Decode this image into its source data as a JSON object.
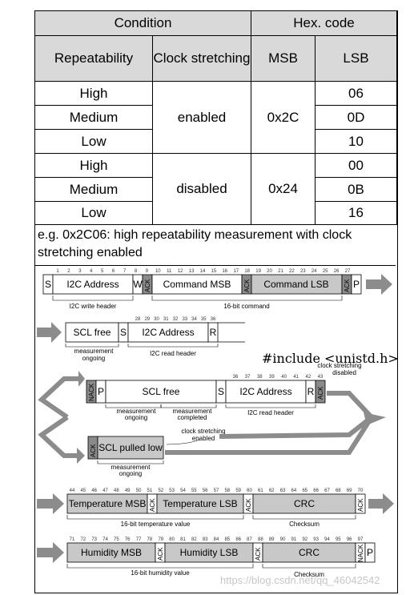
{
  "table": {
    "head_condition": "Condition",
    "head_hex": "Hex. code",
    "col_repeatability": "Repeatability",
    "col_clock": "Clock stretching",
    "col_msb": "MSB",
    "col_lsb": "LSB",
    "group_enabled": {
      "clock": "enabled",
      "msb": "0x2C"
    },
    "group_disabled": {
      "clock": "disabled",
      "msb": "0x24"
    },
    "rows": [
      {
        "rep": "High",
        "lsb": "06"
      },
      {
        "rep": "Medium",
        "lsb": "0D"
      },
      {
        "rep": "Low",
        "lsb": "10"
      },
      {
        "rep": "High",
        "lsb": "00"
      },
      {
        "rep": "Medium",
        "lsb": "0B"
      },
      {
        "rep": "Low",
        "lsb": "16"
      }
    ]
  },
  "note": "e.g. 0x2C06: high repeatability measurement with clock stretching enabled",
  "diagram": {
    "s": "S",
    "w": "W",
    "r": "R",
    "p": "P",
    "ack": "ACK",
    "nack": "NACK",
    "i2c_address": "I2C Address",
    "command_msb": "Command MSB",
    "command_lsb": "Command LSB",
    "i2c_write_header": "I2C write header",
    "cmd16": "16-bit command",
    "scl_free": "SCL free",
    "measurement_ongoing": "measurement ongoing",
    "measurement_completed": "measurement completed",
    "i2c_read_header": "I2C read header",
    "clock_stretching_disabled": "clock stretching disabled",
    "clock_stretching_enabled": "clock stretching enabled",
    "scl_pulled_low": "SCL pulled low",
    "temp_msb": "Temperature MSB",
    "temp_lsb": "Temperature LSB",
    "crc": "CRC",
    "temp16": "16-bit temperature value",
    "checksum": "Checksum",
    "hum_msb": "Humidity MSB",
    "hum_lsb": "Humidity LSB",
    "hum16": "16-bit humidity value",
    "bits_row1": [
      "1",
      "2",
      "3",
      "4",
      "5",
      "6",
      "7",
      "8",
      "9",
      "10",
      "11",
      "12",
      "13",
      "14",
      "15",
      "16",
      "17",
      "18",
      "19",
      "20",
      "21",
      "22",
      "23",
      "24",
      "25",
      "26",
      "27"
    ],
    "bits_row2": [
      "28",
      "29",
      "30",
      "31",
      "32",
      "33",
      "34",
      "35",
      "36"
    ],
    "bits_row3": [
      "36",
      "37",
      "38",
      "39",
      "40",
      "41",
      "42",
      "43"
    ],
    "bits_row4": [
      "44",
      "45",
      "46",
      "47",
      "48",
      "49",
      "50",
      "51",
      "52",
      "53",
      "54",
      "55",
      "56",
      "57",
      "58",
      "59",
      "60",
      "61",
      "62",
      "63",
      "64",
      "65",
      "66",
      "67",
      "68",
      "69",
      "70"
    ],
    "bits_row5": [
      "71",
      "72",
      "73",
      "74",
      "75",
      "76",
      "77",
      "78",
      "79",
      "80",
      "81",
      "82",
      "83",
      "84",
      "85",
      "86",
      "87",
      "88",
      "89",
      "90",
      "91",
      "92",
      "93",
      "94",
      "95",
      "96",
      "97"
    ]
  },
  "overlay_code": "#include <unistd.h>",
  "watermark": "https://blog.csdn.net/qq_46042542"
}
